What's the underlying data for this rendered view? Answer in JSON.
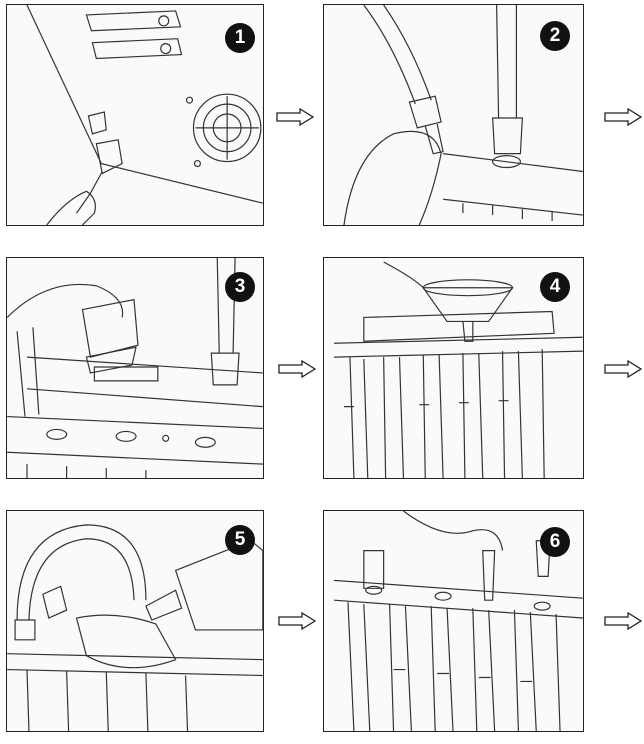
{
  "steps": [
    {
      "number": "1",
      "icon": "power-cable-plug-sketch"
    },
    {
      "number": "2",
      "icon": "hose-connection-sketch"
    },
    {
      "number": "3",
      "icon": "connector-plug-sketch"
    },
    {
      "number": "4",
      "icon": "funnel-pour-sketch"
    },
    {
      "number": "5",
      "icon": "fluid-bottle-pour-sketch"
    },
    {
      "number": "6",
      "icon": "injector-mount-sketch"
    }
  ],
  "arrow_icon": "outline-right-arrow",
  "colors": {
    "ink": "#222222",
    "badge": "#111111",
    "paper": "#fafafa"
  }
}
